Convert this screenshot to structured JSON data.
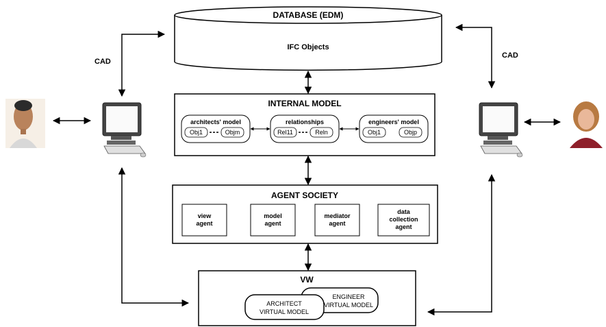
{
  "database": {
    "title": "DATABASE (EDM)",
    "content": "IFC Objects"
  },
  "cad_left": "CAD",
  "cad_right": "CAD",
  "internal_model": {
    "title": "INTERNAL MODEL",
    "architects": {
      "title": "architects' model",
      "obj_first": "Obj1",
      "obj_last": "Objm"
    },
    "relationships": {
      "title": "relationships",
      "obj_first": "Rel11",
      "obj_last": "Reln"
    },
    "engineers": {
      "title": "engineers' model",
      "obj_first": "Obj1",
      "obj_last": "Objp"
    }
  },
  "agent_society": {
    "title": "AGENT SOCIETY",
    "agents": [
      {
        "line1": "view",
        "line2": "agent",
        "line3": ""
      },
      {
        "line1": "model",
        "line2": "agent",
        "line3": ""
      },
      {
        "line1": "mediator",
        "line2": "agent",
        "line3": ""
      },
      {
        "line1": "data",
        "line2": "collection",
        "line3": "agent"
      }
    ]
  },
  "vw": {
    "title": "VW",
    "engineer_model": {
      "line1": "ENGINEER",
      "line2": "VIRTUAL MODEL"
    },
    "architect_model": {
      "line1": "ARCHITECT",
      "line2": "VIRTUAL MODEL"
    }
  }
}
